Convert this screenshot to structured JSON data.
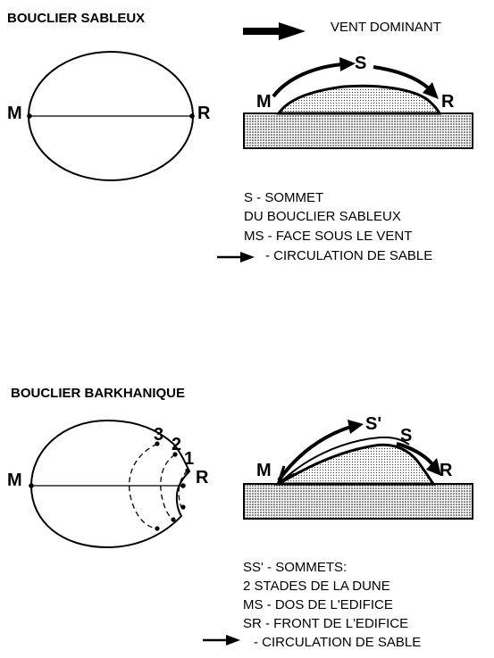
{
  "top": {
    "title": "BOUCLIER SABLEUX",
    "wind_label": "VENT DOMINANT",
    "plan_left": "M",
    "plan_right": "R",
    "profile_left": "M",
    "profile_right": "R",
    "profile_top": "S",
    "legend": [
      "S - SOMMET",
      "DU BOUCLIER SABLEUX",
      "MS - FACE SOUS LE VENT",
      "- CIRCULATION DE SABLE"
    ]
  },
  "bottom": {
    "title": "BOUCLIER BARKHANIQUE",
    "plan_left": "M",
    "plan_right": "R",
    "stages": [
      "3",
      "2",
      "1"
    ],
    "profile_left": "M",
    "profile_right": "R",
    "profile_top1": "S'",
    "profile_top2": "S",
    "legend": [
      "SS' - SOMMETS:",
      "2 STADES DE LA DUNE",
      "MS - DOS DE L'EDIFICE",
      "SR - FRONT DE L'EDIFICE",
      "- CIRCULATION DE SABLE"
    ]
  }
}
